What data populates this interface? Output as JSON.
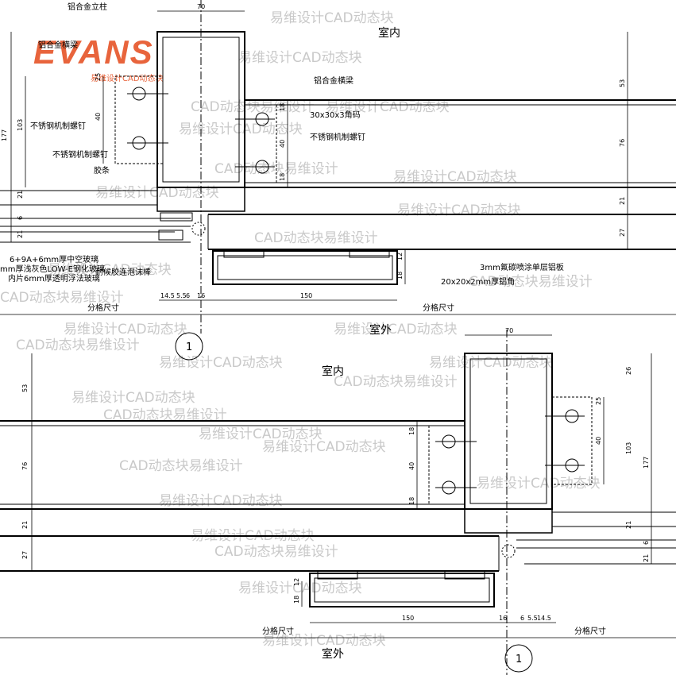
{
  "logo": {
    "brand": "EVANS",
    "tagline": "易维设计CAD动态块"
  },
  "watermark": {
    "text": "易维设计CAD动态块",
    "text_alt": "CAD动态块易维设计"
  },
  "top_detail": {
    "labels": {
      "mullion": "铝合金立柱",
      "transom_left": "铝合金横梁",
      "transom_right": "铝合金横梁",
      "angle_code": "30x30x3角码",
      "screw_left_1": "不锈钢机制螺钉",
      "screw_left_2": "不锈钢机制螺钉",
      "screw_right": "不锈钢机制螺钉",
      "gasket": "胶条",
      "glass_1": "6+9A+6mm厚中空玻璃",
      "glass_2": "mm厚浅灰色LOW-E钢化玻璃",
      "glass_3": "内片6mm厚透明浮法玻璃",
      "foam_rod": "耐候胶连泡沫棒",
      "aluminium_panel": "3mm氟碳喷涂单层铝板",
      "angle_alu": "20x20x2mm厚铝角",
      "indoor": "室内",
      "outdoor": "室外",
      "grid_size_left": "分格尺寸",
      "grid_size_right": "分格尺寸",
      "detail_no": "1"
    },
    "dims": {
      "width_top": "70",
      "overall_left": "177",
      "sub_103": "103",
      "sub_25": "25",
      "sub_40": "40",
      "sub_21a": "21",
      "sub_6": "6",
      "sub_21b": "21",
      "right_53": "53",
      "right_76": "76",
      "right_21": "21",
      "right_27": "27",
      "mid_18a": "18",
      "mid_40": "40",
      "mid_18b": "18",
      "small_12": "12",
      "small_18": "18",
      "bottom_145": "14.5",
      "bottom_55": "5.5",
      "bottom_6": "6",
      "bottom_16": "16",
      "bottom_150": "150"
    }
  },
  "bottom_detail": {
    "labels": {
      "indoor": "室内",
      "outdoor": "室外",
      "grid_size_left": "分格尺寸",
      "grid_size_right": "分格尺寸",
      "detail_no": "1"
    },
    "dims": {
      "width_top": "70",
      "left_53": "53",
      "left_76": "76",
      "left_21": "21",
      "left_27": "27",
      "mid_18a": "18",
      "mid_40": "40",
      "mid_18b": "18",
      "right_26": "26",
      "right_25": "25",
      "right_40": "40",
      "right_103": "103",
      "right_177": "177",
      "right_21a": "21",
      "right_6": "6",
      "right_21b": "21",
      "small_12": "12",
      "small_18": "18",
      "bottom_150": "150",
      "bottom_16": "16",
      "bottom_6": "6",
      "bottom_55": "5.5",
      "bottom_145": "14.5"
    }
  }
}
